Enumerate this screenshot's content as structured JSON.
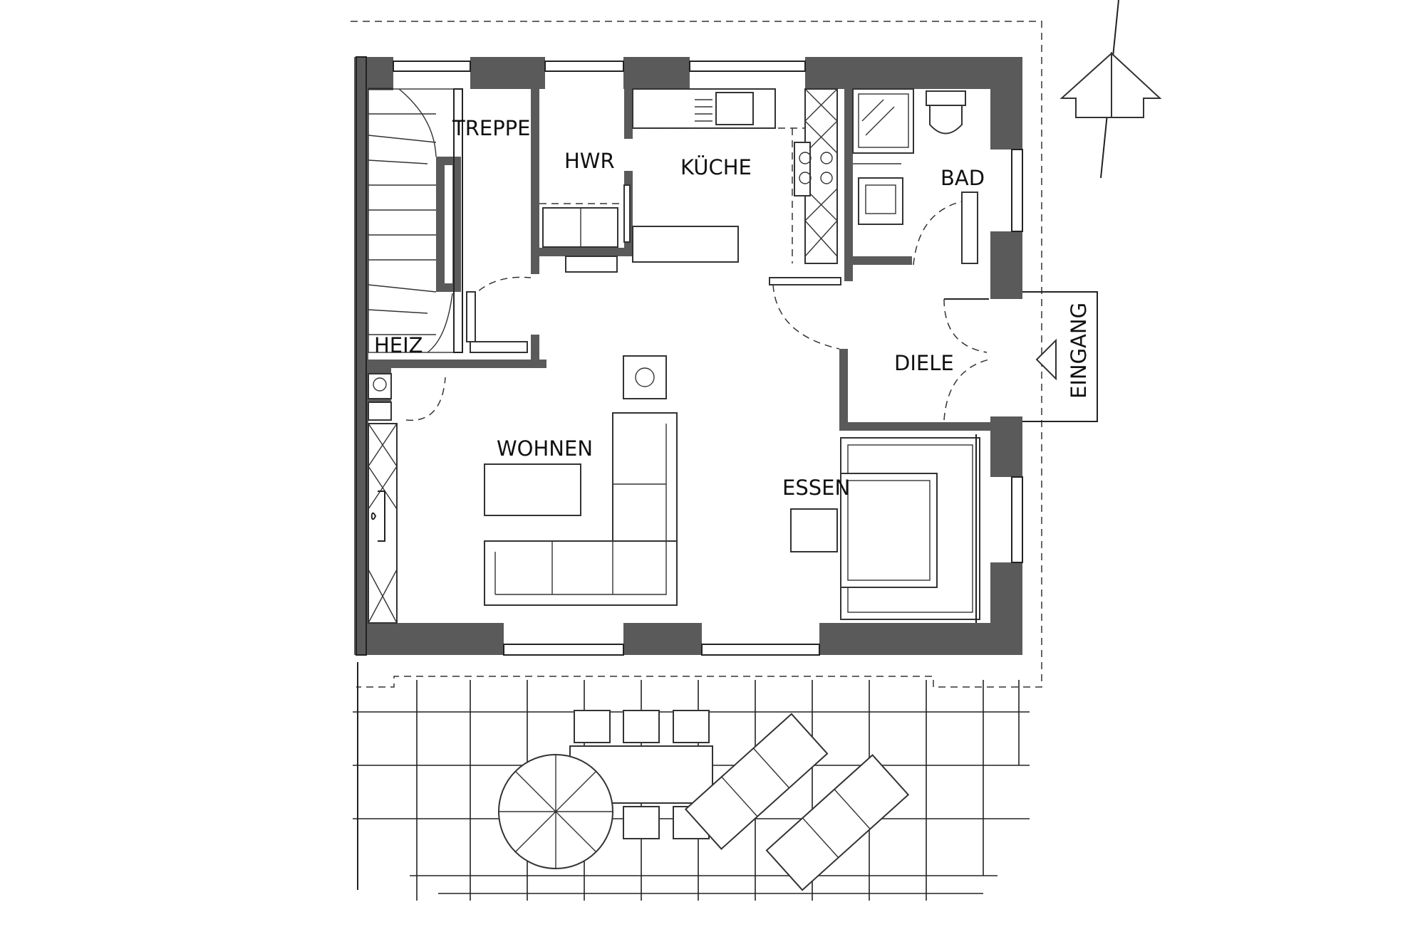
{
  "rooms": {
    "treppe": "TREPPE",
    "hwr": "HWR",
    "kueche": "KÜCHE",
    "bad": "BAD",
    "heiz": "HEIZ",
    "diele": "DIELE",
    "wohnen": "WOHNEN",
    "essen": "ESSEN"
  },
  "entrance": "EINGANG",
  "colors": {
    "wall_fill": "#5a5a5a",
    "line": "#222222",
    "background": "#ffffff"
  },
  "icons": [
    "north-arrow-icon",
    "entrance-arrow-icon"
  ]
}
